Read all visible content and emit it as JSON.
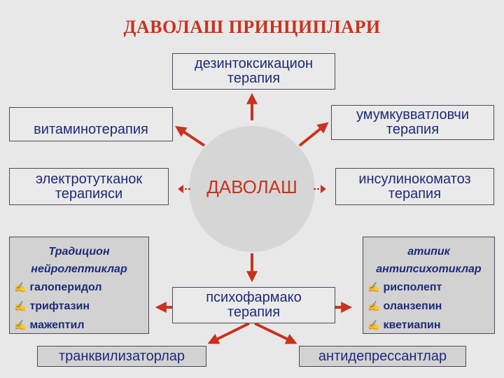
{
  "title": "ДАВОЛАШ ПРИНЦИПЛАРИ",
  "center": "ДАВОЛАШ",
  "boxes": {
    "detox": [
      "дезинтоксикацион",
      "терапия"
    ],
    "vitamin": [
      "витаминотерапия"
    ],
    "strength": [
      "умумкувватловчи",
      "терапия"
    ],
    "electro": [
      "электротутканок",
      "терапияси"
    ],
    "insulin": [
      "инсулинокоматоз",
      "терапия"
    ],
    "psycho": [
      "психофармако",
      "терапия"
    ],
    "tranq": [
      "транквилизаторлар"
    ],
    "antidep": [
      "антидепрессантлар"
    ]
  },
  "left_panel": {
    "heading": [
      "Традицион",
      "нейролептиклар"
    ],
    "items": [
      "галоперидол",
      "трифтазин",
      "мажептил"
    ]
  },
  "right_panel": {
    "heading": [
      "атипик",
      "антипсихотиклар"
    ],
    "items": [
      "рисполепт",
      "оланзепин",
      "кветиапин"
    ]
  },
  "bullet_glyph": "✍",
  "colors": {
    "accent": "#c8321e",
    "text": "#1e2a78",
    "background": "#e8e8e8"
  }
}
